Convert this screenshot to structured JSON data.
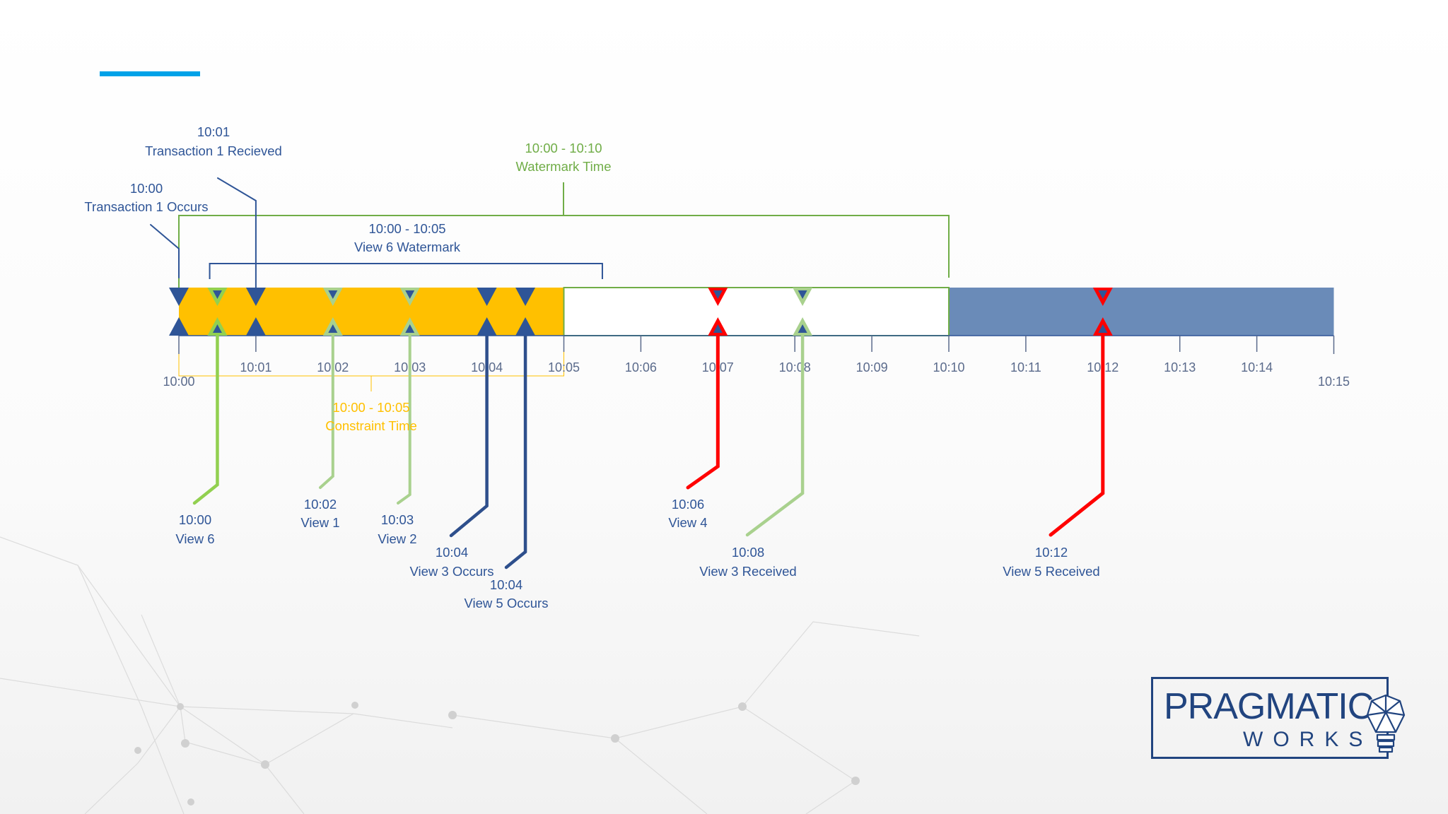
{
  "colors": {
    "blue": "#2f5597",
    "dark_blue": "#2e4f8c",
    "green": "#70ad47",
    "light_green": "#a9d18e",
    "lime_green": "#92d050",
    "red": "#ff0000",
    "gold": "#ffc000",
    "steel_blue": "#6a8bb8",
    "accent": "#00a2e8",
    "logo_navy": "#21447f",
    "axis_label": "#5b6b8c"
  },
  "timeline": {
    "start": "10:00",
    "end": "10:15",
    "ticks": [
      "10:00",
      "10:01",
      "10:02",
      "10:03",
      "10:04",
      "10:05",
      "10:06",
      "10:07",
      "10:08",
      "10:09",
      "10:10",
      "10:11",
      "10:12",
      "10:13",
      "10:14",
      "10:15"
    ],
    "segments": [
      {
        "from_min": 0,
        "to_min": 5,
        "color": "#ffc000"
      },
      {
        "from_min": 5,
        "to_min": 10,
        "color": "#ffffff"
      },
      {
        "from_min": 10,
        "to_min": 15,
        "color": "#6a8bb8"
      }
    ]
  },
  "spans": {
    "watermark_time": {
      "label_time": "10:00 - 10:10",
      "label_text": "Watermark Time",
      "from_min": 0,
      "to_min": 10,
      "color": "#70ad47"
    },
    "view6_watermark": {
      "label_time": "10:00 - 10:05",
      "label_text": "View 6 Watermark",
      "from_min": 0.4,
      "to_min": 5.5,
      "color": "#2f5597"
    },
    "constraint_time": {
      "label_time": "10:00 - 10:05",
      "label_text": "Constraint Time",
      "from_min": 0,
      "to_min": 5,
      "color": "#ffc000"
    }
  },
  "markers": [
    {
      "minute": 0,
      "color": "#2f5597",
      "inner": null
    },
    {
      "minute": 0.5,
      "color": "#92d050",
      "inner": "#2f5597"
    },
    {
      "minute": 1,
      "color": "#2f5597",
      "inner": null
    },
    {
      "minute": 2,
      "color": "#a9d18e",
      "inner": "#2f5597"
    },
    {
      "minute": 3,
      "color": "#a9d18e",
      "inner": "#2f5597"
    },
    {
      "minute": 4,
      "color": "#2f5597",
      "inner": null
    },
    {
      "minute": 4.5,
      "color": "#2f5597",
      "inner": null
    },
    {
      "minute": 7,
      "color": "#ff0000",
      "inner": "#2f5597"
    },
    {
      "minute": 8.1,
      "color": "#a9d18e",
      "inner": "#2f5597"
    },
    {
      "minute": 12,
      "color": "#ff0000",
      "inner": "#2f5597"
    }
  ],
  "top_callouts": {
    "tx_received": {
      "time": "10:01",
      "text": "Transaction 1 Recieved"
    },
    "tx_occurs": {
      "time": "10:00",
      "text": "Transaction 1 Occurs"
    }
  },
  "bottom_callouts": [
    {
      "id": "view6",
      "time": "10:00",
      "text": "View 6",
      "color": "#92d050"
    },
    {
      "id": "view1",
      "time": "10:02",
      "text": "View 1",
      "color": "#a9d18e"
    },
    {
      "id": "view2",
      "time": "10:03",
      "text": "View 2",
      "color": "#a9d18e"
    },
    {
      "id": "view3-occurs",
      "time": "10:04",
      "text": "View 3 Occurs",
      "color": "#2f5597"
    },
    {
      "id": "view5-occurs",
      "time": "10:04",
      "text": "View 5 Occurs",
      "color": "#2f5597"
    },
    {
      "id": "view4",
      "time": "10:06",
      "text": "View 4",
      "color": "#ff0000"
    },
    {
      "id": "view3-received",
      "time": "10:08",
      "text": "View 3 Received",
      "color": "#a9d18e"
    },
    {
      "id": "view5-received",
      "time": "10:12",
      "text": "View 5 Received",
      "color": "#ff0000"
    }
  ],
  "logo": {
    "line1": "PRAGMATIC",
    "line2": "WORKS"
  }
}
